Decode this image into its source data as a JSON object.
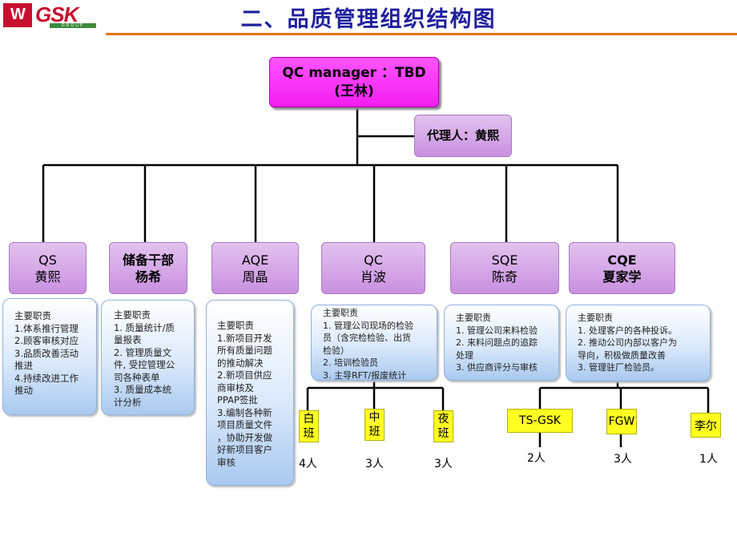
{
  "header": {
    "logo_mark": "W",
    "logo_brand": "GSK",
    "logo_group": "GROUP",
    "title": "二、品质管理组织结构图"
  },
  "manager": {
    "line1": "QC manager ：TBD",
    "line2": "(王林)"
  },
  "deputy": {
    "label": "代理人：黄熙"
  },
  "departments": [
    {
      "code": "QS",
      "name": "黄熙",
      "duties": [
        "主要职责",
        "1.体系推行管理",
        "2.顾客审核对应",
        "3.品质改善活动",
        "推进",
        "4.持续改进工作",
        "推动"
      ]
    },
    {
      "code": "储备干部",
      "name": "杨希",
      "duties": [
        "主要职责",
        "1. 质量统计/质",
        "量报表",
        "2. 管理质量文",
        "件, 受控管理公",
        "司各种表单",
        "3. 质量成本统",
        "计分析"
      ]
    },
    {
      "code": "AQE",
      "name": "周晶",
      "duties": [
        "主要职责",
        "1.新项目开发",
        "所有质量问题",
        "的推动解决",
        "2.新项目供应",
        "商审核及",
        "PPAP签批",
        "3.编制各种新",
        "项目质量文件",
        "，协助开发做",
        "好新项目客户",
        "审核"
      ]
    },
    {
      "code": "QC",
      "name": "肖波",
      "duties": [
        "主要职责",
        "1. 管理公司现场的检验",
        "员（含完检检验、出货",
        "检验）",
        "2. 培训检验员",
        "3. 主导RFT/报废统计"
      ]
    },
    {
      "code": "SQE",
      "name": "陈奇",
      "duties": [
        "主要职责",
        "1. 管理公司来料检验",
        "2. 来料问题点的追踪",
        "处理",
        "3. 供应商评分与审核"
      ]
    },
    {
      "code": "CQE",
      "name": "夏家学",
      "duties": [
        "主要职责",
        "1. 处理客户的各种投诉。",
        "2. 推动公司内部以客户为",
        "导向，积极做质量改善",
        "3. 管理驻厂检验员。"
      ]
    }
  ],
  "qc_shifts": [
    {
      "label_top": "白",
      "label_bottom": "班",
      "count": "4人"
    },
    {
      "label_top": "中",
      "label_bottom": "班",
      "count": "3人"
    },
    {
      "label_top": "夜",
      "label_bottom": "班",
      "count": "3人"
    }
  ],
  "cqe_sites": [
    {
      "label": "TS-GSK",
      "count": "2人"
    },
    {
      "label": "FGW",
      "count": "3人"
    },
    {
      "label": "李尔",
      "count": "1人"
    }
  ],
  "colors": {
    "title": "#1f1f9e",
    "rule": "#e8731a",
    "manager_box": "#f21df2",
    "dept_box": "#c990e0",
    "duty_box": "#dbe9fb",
    "shift_box": "#ffff22"
  }
}
